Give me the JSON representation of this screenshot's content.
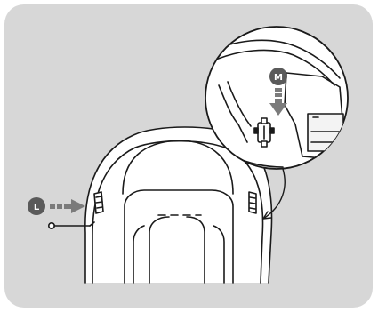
{
  "diagram": {
    "callouts": {
      "l_label": "L",
      "m_label": "M"
    },
    "colors": {
      "panel": "#d7d7d7",
      "stroke": "#1a1a1a",
      "badge": "#5a5a5a",
      "arrow": "#7b7b7b"
    },
    "icons": [
      "car-seat",
      "magnifier-circle",
      "latch-connector",
      "pointer-arrow"
    ]
  }
}
